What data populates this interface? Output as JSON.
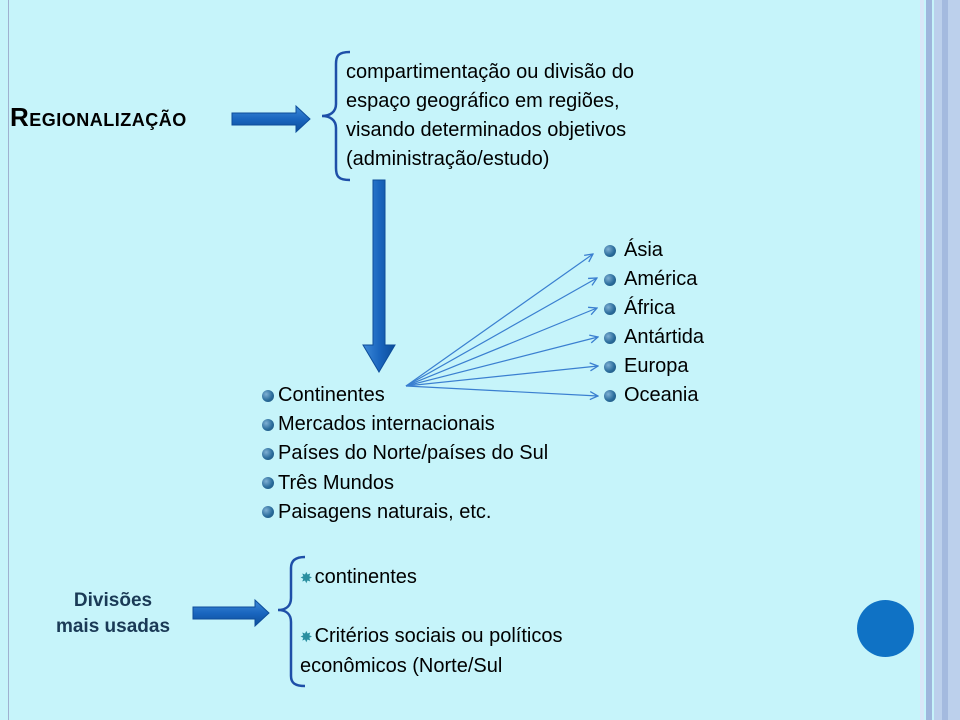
{
  "slide": {
    "title": "Regionalização",
    "definition": [
      "compartimentação ou divisão do",
      "espaço geográfico em regiões,",
      "visando determinados objetivos",
      "(administração/estudo)"
    ],
    "bullets": [
      "Continentes",
      "Mercados internacionais",
      "Países do Norte/países do Sul",
      "Três Mundos",
      "Paisagens naturais, etc."
    ],
    "continents": [
      "Ásia",
      "América",
      "África",
      "Antártida",
      "Europa",
      "Oceania"
    ],
    "divisions_label": [
      "Divisões",
      "mais usadas"
    ],
    "divisions": {
      "item1": "continentes",
      "item2_line1": "Critérios sociais ou políticos",
      "item2_line2": "econômicos (Norte/Sul"
    }
  },
  "colors": {
    "background": "#c6f4fa",
    "arrow": "#1565b8",
    "bracket": "#1e4fa8",
    "thin_arrow": "#3a7fd0",
    "circle": "#0f72c5"
  }
}
